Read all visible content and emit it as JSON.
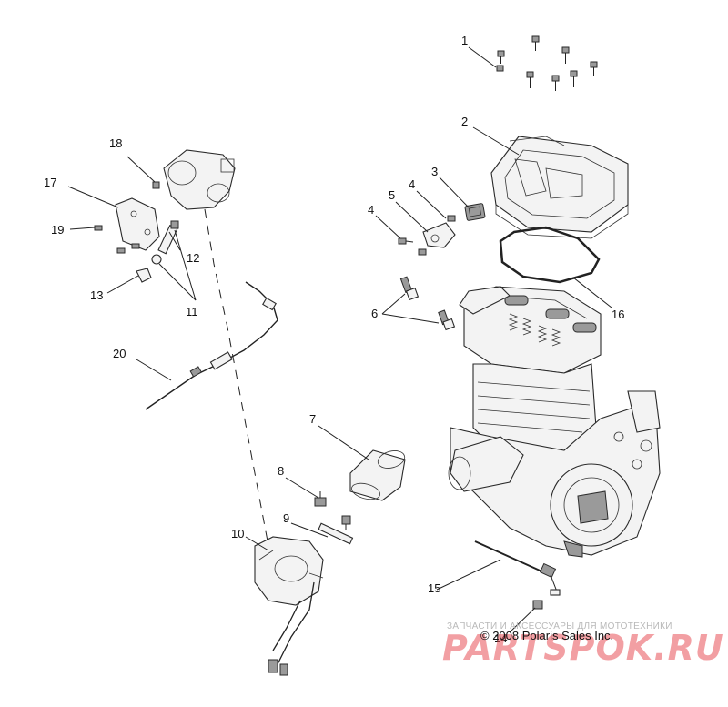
{
  "diagram": {
    "callouts": [
      {
        "id": "c1",
        "text": "1"
      },
      {
        "id": "c2",
        "text": "2"
      },
      {
        "id": "c3",
        "text": "3"
      },
      {
        "id": "c4a",
        "text": "4"
      },
      {
        "id": "c4b",
        "text": "4"
      },
      {
        "id": "c5",
        "text": "5"
      },
      {
        "id": "c6",
        "text": "6"
      },
      {
        "id": "c7",
        "text": "7"
      },
      {
        "id": "c8",
        "text": "8"
      },
      {
        "id": "c9",
        "text": "9"
      },
      {
        "id": "c10",
        "text": "10"
      },
      {
        "id": "c11",
        "text": "11"
      },
      {
        "id": "c12",
        "text": "12"
      },
      {
        "id": "c13",
        "text": "13"
      },
      {
        "id": "c14",
        "text": "14"
      },
      {
        "id": "c15",
        "text": "15"
      },
      {
        "id": "c16",
        "text": "16"
      },
      {
        "id": "c17",
        "text": "17"
      },
      {
        "id": "c18",
        "text": "18"
      },
      {
        "id": "c19",
        "text": "19"
      },
      {
        "id": "c20",
        "text": "20"
      }
    ],
    "copyright": "© 2008 Polaris Sales Inc."
  },
  "watermark": {
    "tagline": "ЗАПЧАСТИ И АКСЕССУАРЫ ДЛЯ МОТОТЕХНИКИ",
    "logo": "PARTSPOK.RU"
  }
}
